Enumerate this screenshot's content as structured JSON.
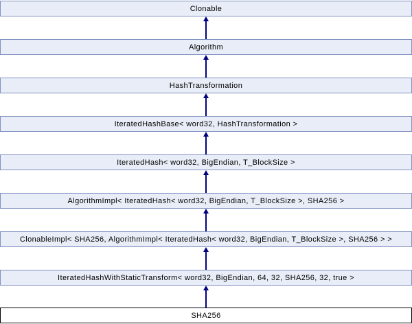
{
  "diagram": {
    "kind": "class-inheritance-diagram",
    "subject": "SHA256",
    "colors": {
      "node_fill": "#e8edf7",
      "node_border": "#8090c0",
      "current_node_fill": "#ffffff",
      "current_node_border": "#000000",
      "arrow": "#000080",
      "text": "#000000",
      "background": "#ffffff"
    },
    "nodes": [
      {
        "label": "Clonable",
        "current": false
      },
      {
        "label": "Algorithm",
        "current": false
      },
      {
        "label": "HashTransformation",
        "current": false
      },
      {
        "label": "IteratedHashBase< word32, HashTransformation >",
        "current": false
      },
      {
        "label": "IteratedHash< word32, BigEndian, T_BlockSize >",
        "current": false
      },
      {
        "label": "AlgorithmImpl< IteratedHash< word32, BigEndian, T_BlockSize >, SHA256 >",
        "current": false
      },
      {
        "label": "ClonableImpl< SHA256, AlgorithmImpl< IteratedHash< word32, BigEndian, T_BlockSize >, SHA256 > >",
        "current": false
      },
      {
        "label": "IteratedHashWithStaticTransform< word32, BigEndian, 64, 32, SHA256, 32, true >",
        "current": false
      },
      {
        "label": "SHA256",
        "current": true
      }
    ],
    "edges_note": "Each arrow points upward from derived class to its base class"
  }
}
